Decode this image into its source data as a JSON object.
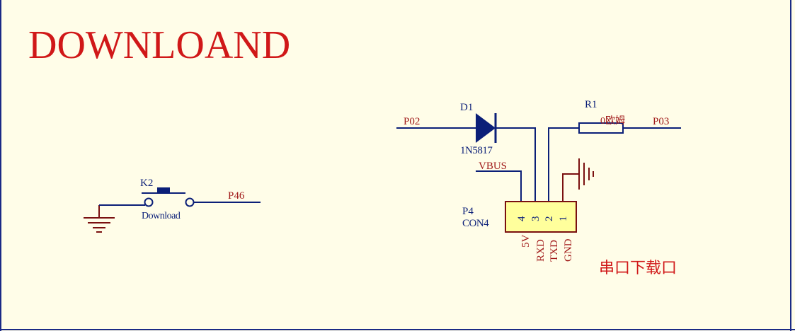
{
  "title": "DOWNLOAND",
  "switch": {
    "designator": "K2",
    "value": "Download",
    "net_out": "P46"
  },
  "diode": {
    "designator": "D1",
    "value": "1N5817",
    "net_in": "P02"
  },
  "resistor": {
    "designator": "R1",
    "value": "0欧姆",
    "net_out": "P03"
  },
  "connector": {
    "designator": "P4",
    "value": "CON4",
    "pins": [
      "4",
      "3",
      "2",
      "1"
    ],
    "pin_names": [
      "5V",
      "RXD",
      "TXD",
      "GND"
    ],
    "net_vbus": "VBUS"
  },
  "note": "串口下载口",
  "colors": {
    "background": "#fffde8",
    "wire": "#0b1f78",
    "power": "#7a1010",
    "title": "#d01818",
    "connector_fill": "#ffff9c"
  }
}
